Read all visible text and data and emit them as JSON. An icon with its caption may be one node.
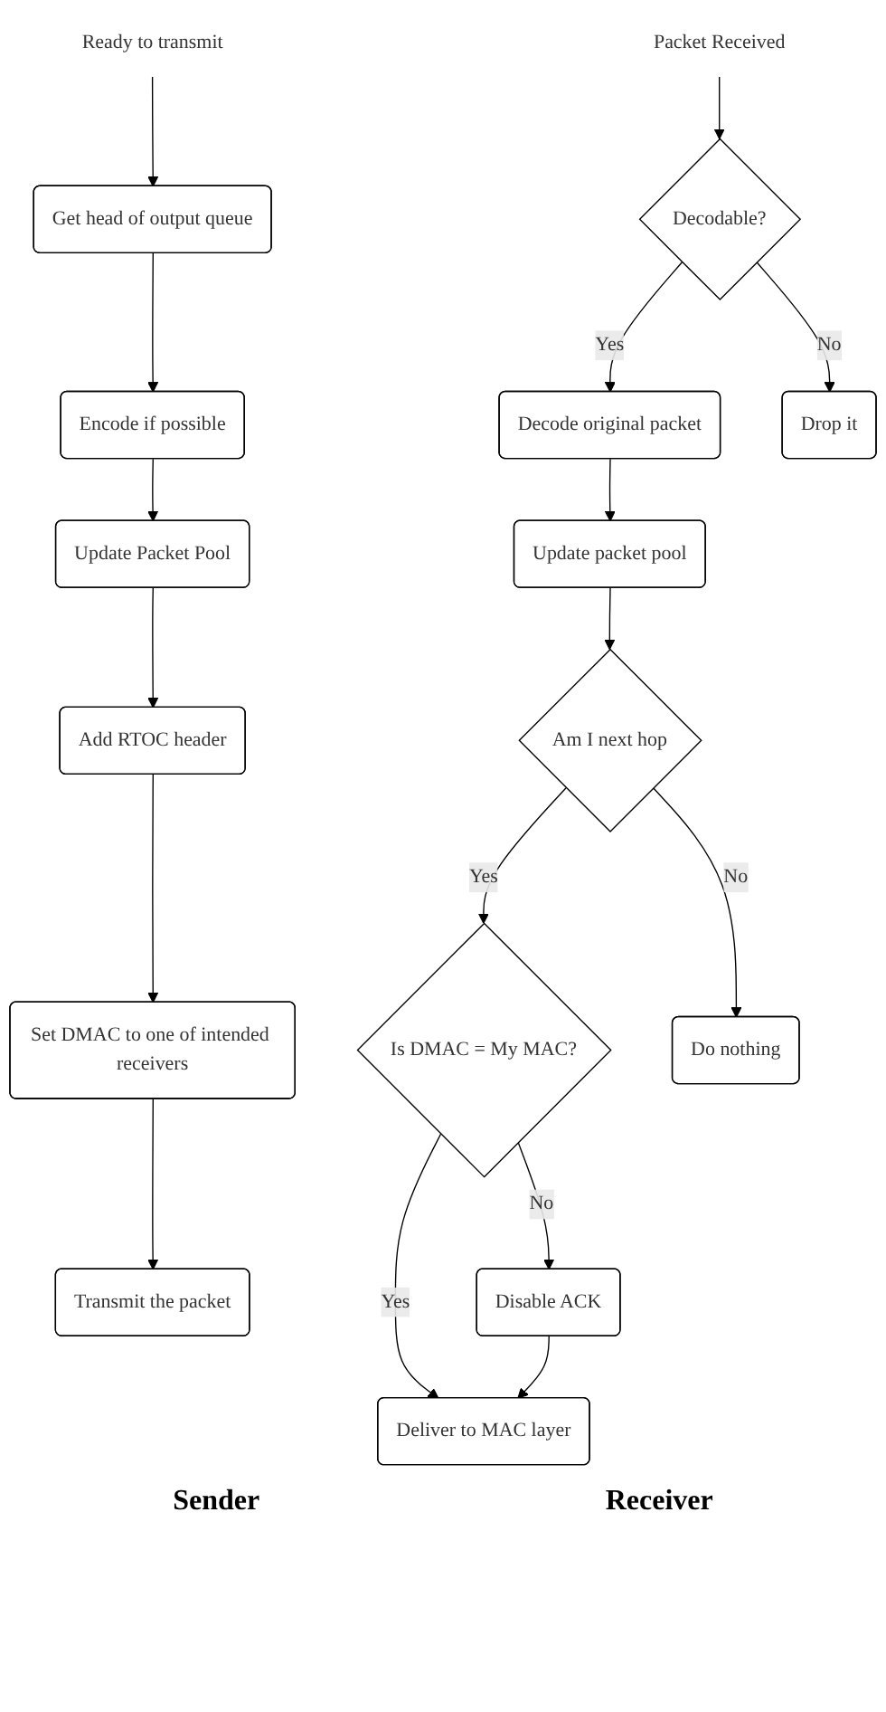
{
  "diagram": {
    "nodes": [
      {
        "text": [
          "Ready to transmit"
        ]
      },
      {
        "text": [
          "Get head of output queue"
        ]
      },
      {
        "text": [
          "Encode if possible"
        ]
      },
      {
        "text": [
          "Update Packet Pool"
        ]
      },
      {
        "text": [
          "Add RTOC header"
        ]
      },
      {
        "text": [
          "Set DMAC to one of intended receivers"
        ]
      },
      {
        "text": [
          "Transmit the packet"
        ]
      },
      {
        "text": [
          "Deliver to MAC layer"
        ]
      },
      {
        "text": [
          "Disable ACK"
        ]
      },
      {
        "text": [
          "Is DMAC = My MAC?"
        ]
      },
      {
        "text": [
          "Am I next hop"
        ]
      },
      {
        "text": [
          "Do nothing"
        ]
      },
      {
        "text": [
          "Update packet pool"
        ]
      },
      {
        "text": [
          "Decode original packet"
        ]
      },
      {
        "text": [
          "Decodable?"
        ]
      },
      {
        "text": [
          "Drop it"
        ]
      },
      {
        "text": [
          "Packet Received"
        ]
      }
    ],
    "edges": [
      {
        "from": 0,
        "to": 1,
        "arrow": "to"
      },
      {
        "from": 1,
        "to": 2,
        "arrow": "to"
      },
      {
        "from": 2,
        "to": 3,
        "arrow": "to"
      },
      {
        "from": 3,
        "to": 4,
        "arrow": "to"
      },
      {
        "from": 4,
        "to": 5,
        "arrow": "to"
      },
      {
        "from": 5,
        "to": 6,
        "arrow": "to"
      },
      {
        "from": 16,
        "to": 14,
        "arrow": "to"
      },
      {
        "from": 14,
        "to": 13,
        "arrow": "to",
        "label": "Yes"
      },
      {
        "from": 14,
        "to": 15,
        "arrow": "to",
        "label": "No"
      },
      {
        "from": 13,
        "to": 12,
        "arrow": "to"
      },
      {
        "from": 12,
        "to": 10,
        "arrow": "to"
      },
      {
        "from": 10,
        "to": 9,
        "arrow": "to",
        "label": "Yes"
      },
      {
        "from": 10,
        "to": 11,
        "arrow": "to",
        "label": "No"
      },
      {
        "from": 9,
        "to": 8,
        "arrow": "to",
        "label": "No"
      },
      {
        "from": 9,
        "to": 7,
        "arrow": "to",
        "label": "Yes"
      },
      {
        "from": 8,
        "to": 7,
        "arrow": "to"
      }
    ],
    "labels": [
      "Sender",
      "Receiver"
    ]
  }
}
